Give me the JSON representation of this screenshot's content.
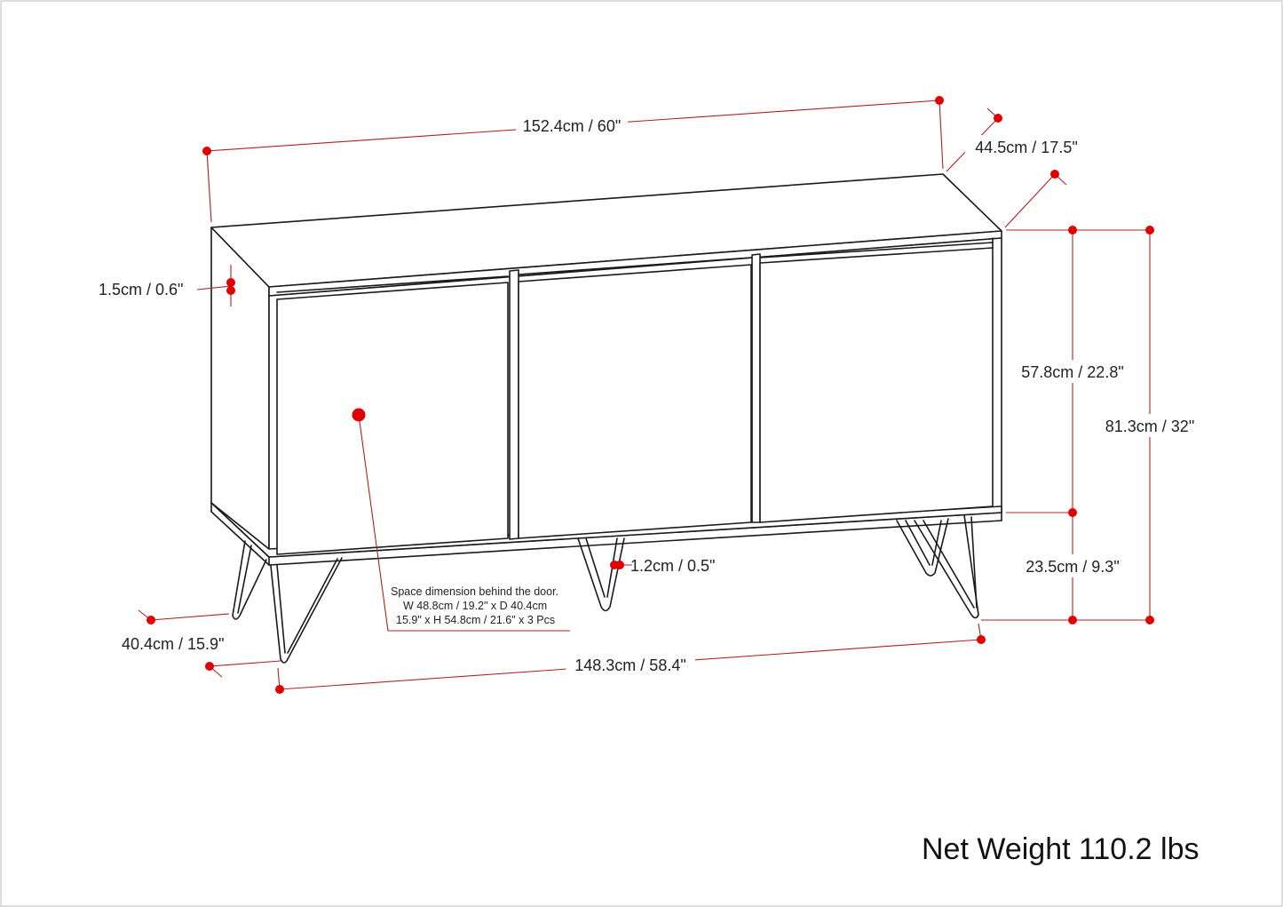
{
  "colors": {
    "dimension_red": "#b02020",
    "dot_red": "#e00000",
    "line_black": "#1a1a1a",
    "background": "#ffffff"
  },
  "dimensions": {
    "overall_width": "152.4cm / 60\"",
    "overall_depth": "44.5cm / 17.5\"",
    "top_thickness": "1.5cm / 0.6\"",
    "cabinet_height": "57.8cm / 22.8\"",
    "overall_height": "81.3cm / 32\"",
    "leg_height": "23.5cm / 9.3\"",
    "leg_thickness": "1.2cm / 0.5\"",
    "leg_depth": "40.4cm / 15.9\"",
    "leg_span_width": "148.3cm / 58.4\""
  },
  "interior_note": {
    "line1": "Space dimension behind the door.",
    "line2": "W 48.8cm / 19.2\" x D 40.4cm",
    "line3": "15.9\" x H 54.8cm / 21.6\" x 3 Pcs"
  },
  "net_weight": "Net Weight 110.2 lbs"
}
